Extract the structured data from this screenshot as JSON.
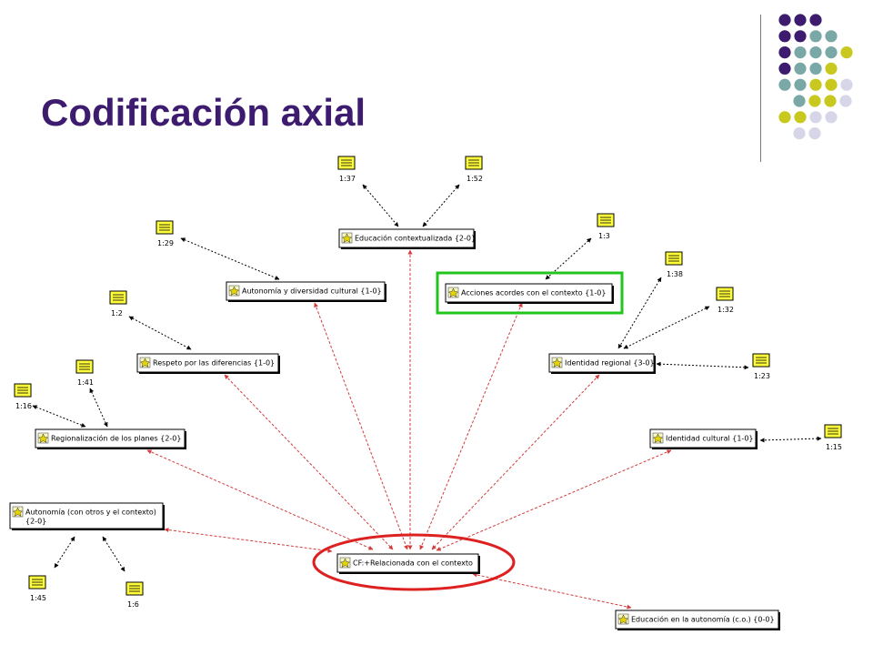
{
  "slide": {
    "title": "Codificación axial"
  },
  "colors": {
    "title": "#3d1b6e",
    "dot_purple": "#3d1b6e",
    "dot_teal": "#7aa8a6",
    "dot_yellow": "#c8c81e",
    "dot_lavender": "#d6d6e8",
    "link_red": "#d33b3b",
    "link_black": "#000000",
    "highlight_green": "#22c51e",
    "highlight_red": "#dd2020",
    "memo_yellow": "#ffff3c"
  },
  "decor": {
    "dot_grid": [
      [
        "purple",
        "purple",
        "purple"
      ],
      [
        "purple",
        "purple",
        "teal",
        "teal"
      ],
      [
        "purple",
        "teal",
        "teal",
        "teal",
        "yellow"
      ],
      [
        "purple",
        "teal",
        "teal",
        "yellow"
      ],
      [
        "teal",
        "teal",
        "yellow",
        "yellow",
        "lavender"
      ],
      [
        "teal",
        "yellow",
        "yellow",
        "lavender"
      ],
      [
        "yellow",
        "yellow",
        "lavender",
        "lavender"
      ],
      [
        "lavender",
        "lavender"
      ]
    ]
  },
  "diagram": {
    "center": {
      "id": "cf",
      "label": "CF:+Relacionada con el contexto"
    },
    "codes": [
      {
        "id": "edu_ctx",
        "label": "Educación contextualizada {2-0}"
      },
      {
        "id": "autonomia_div",
        "label": "Autonomía y diversidad cultural {1-0}"
      },
      {
        "id": "acciones",
        "label": "Acciones acordes con el contexto {1-0}"
      },
      {
        "id": "respeto",
        "label": "Respeto por las diferencias {1-0}"
      },
      {
        "id": "identidad_reg",
        "label": "Identidad regional {3-0}"
      },
      {
        "id": "regionalizacion",
        "label": "Regionalización de los planes {2-0}"
      },
      {
        "id": "identidad_cult",
        "label": "Identidad cultural {1-0}"
      },
      {
        "id": "autonomia_otros",
        "label": "Autonomía (con otros y el contexto)",
        "label2": "{2-0}"
      },
      {
        "id": "edu_autonomia",
        "label": "Educación en la autonomía (c.o.) {0-0}"
      }
    ],
    "memos": [
      {
        "id": "m137",
        "label": "1:37"
      },
      {
        "id": "m152",
        "label": "1:52"
      },
      {
        "id": "m129",
        "label": "1:29"
      },
      {
        "id": "m13",
        "label": "1:3"
      },
      {
        "id": "m138",
        "label": "1:38"
      },
      {
        "id": "m12",
        "label": "1:2"
      },
      {
        "id": "m132",
        "label": "1:32"
      },
      {
        "id": "m141",
        "label": "1:41"
      },
      {
        "id": "m123",
        "label": "1:23"
      },
      {
        "id": "m116",
        "label": "1:16"
      },
      {
        "id": "m115",
        "label": "1:15"
      },
      {
        "id": "m145",
        "label": "1:45"
      },
      {
        "id": "m16",
        "label": "1:6"
      }
    ],
    "red_links": [
      [
        "cf",
        "edu_ctx"
      ],
      [
        "cf",
        "autonomia_div"
      ],
      [
        "cf",
        "acciones"
      ],
      [
        "cf",
        "respeto"
      ],
      [
        "cf",
        "identidad_reg"
      ],
      [
        "cf",
        "regionalizacion"
      ],
      [
        "cf",
        "identidad_cult"
      ],
      [
        "cf",
        "autonomia_otros"
      ],
      [
        "cf",
        "edu_autonomia"
      ]
    ],
    "black_links": [
      [
        "m137",
        "edu_ctx"
      ],
      [
        "m152",
        "edu_ctx"
      ],
      [
        "m129",
        "autonomia_div"
      ],
      [
        "m13",
        "acciones"
      ],
      [
        "m12",
        "respeto"
      ],
      [
        "m138",
        "identidad_reg"
      ],
      [
        "m132",
        "identidad_reg"
      ],
      [
        "m123",
        "identidad_reg"
      ],
      [
        "m141",
        "regionalizacion"
      ],
      [
        "m116",
        "regionalizacion"
      ],
      [
        "m115",
        "identidad_cult"
      ],
      [
        "m145",
        "autonomia_otros"
      ],
      [
        "m16",
        "autonomia_otros"
      ]
    ],
    "highlights": [
      {
        "id": "hl_acciones",
        "shape": "rectangle",
        "color": "green"
      },
      {
        "id": "hl_cf",
        "shape": "ellipse",
        "color": "red"
      }
    ]
  }
}
